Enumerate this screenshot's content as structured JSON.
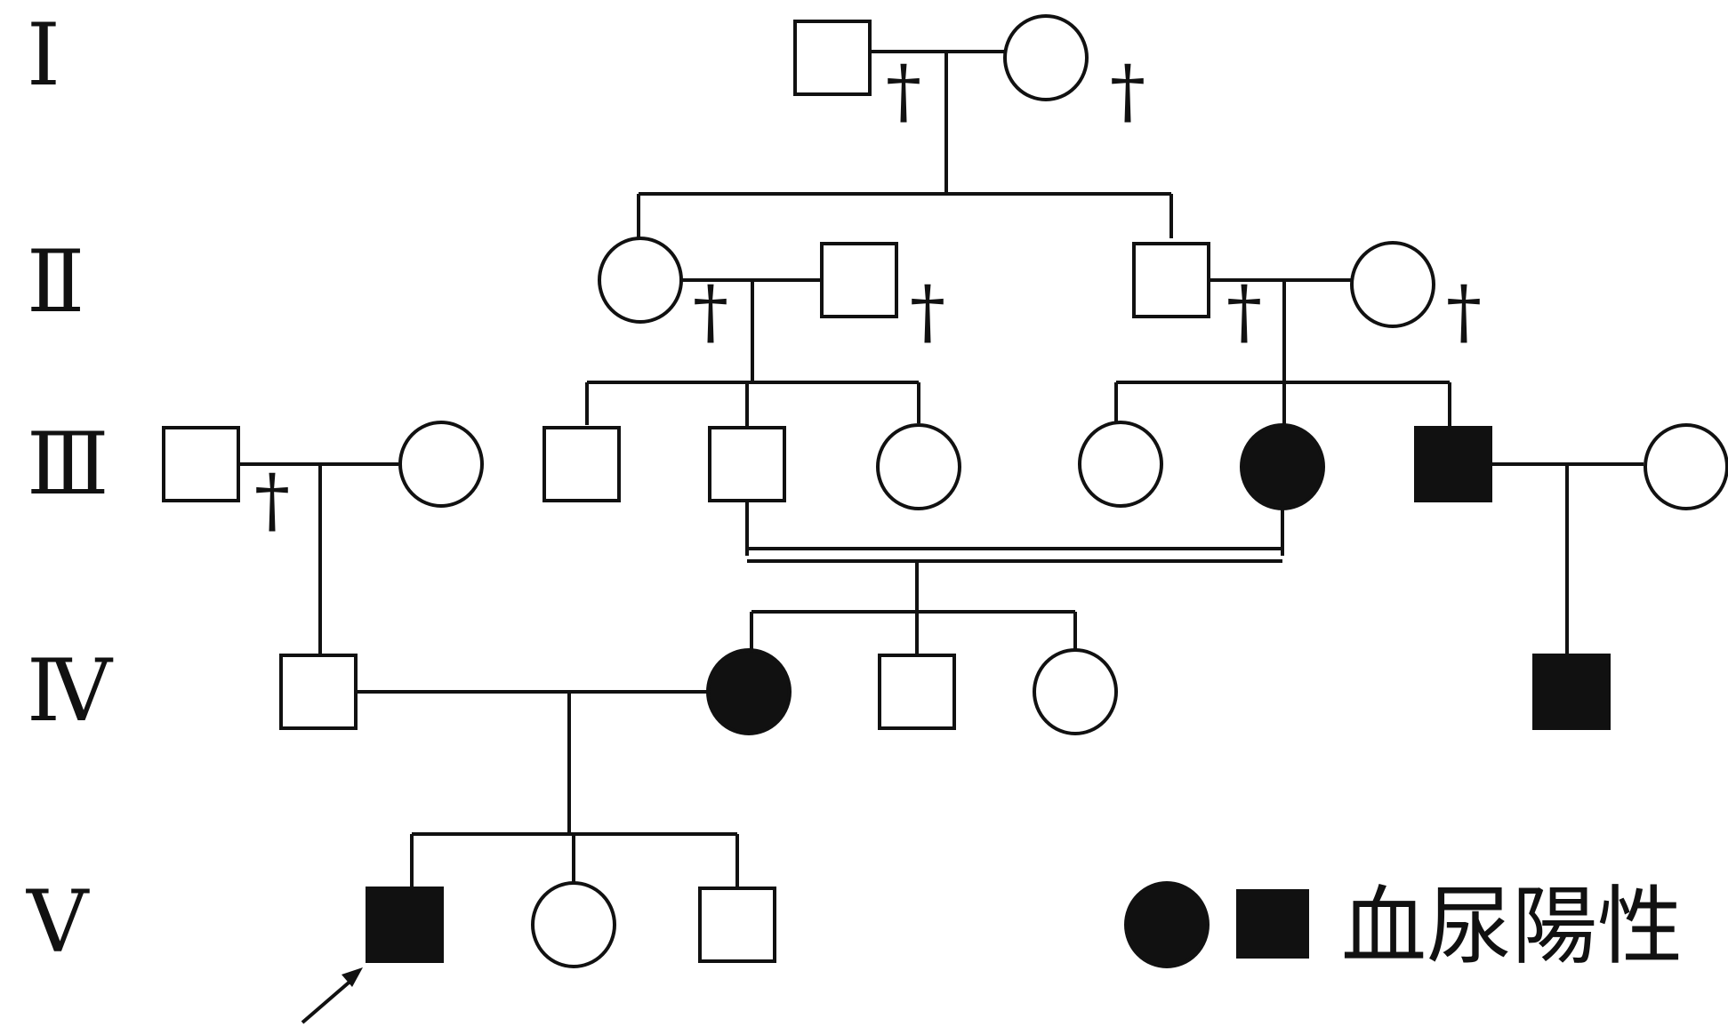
{
  "generations": [
    "Ⅰ",
    "Ⅱ",
    "Ⅲ",
    "Ⅳ",
    "Ⅴ"
  ],
  "deceased_mark": "†",
  "legend": {
    "label": "血尿陽性",
    "affected_color": "#111111",
    "unaffected_color": "#ffffff"
  },
  "individuals": [
    {
      "id": "I-1",
      "sex": "male",
      "affected": false,
      "deceased": true
    },
    {
      "id": "I-2",
      "sex": "female",
      "affected": false,
      "deceased": true
    },
    {
      "id": "II-1",
      "sex": "female",
      "affected": false,
      "deceased": true
    },
    {
      "id": "II-2",
      "sex": "male",
      "affected": false,
      "deceased": true
    },
    {
      "id": "II-3",
      "sex": "male",
      "affected": false,
      "deceased": true
    },
    {
      "id": "II-4",
      "sex": "female",
      "affected": false,
      "deceased": true
    },
    {
      "id": "III-1",
      "sex": "male",
      "affected": false,
      "deceased": true
    },
    {
      "id": "III-2",
      "sex": "female",
      "affected": false,
      "deceased": false
    },
    {
      "id": "III-3",
      "sex": "male",
      "affected": false,
      "deceased": false
    },
    {
      "id": "III-4",
      "sex": "male",
      "affected": false,
      "deceased": false
    },
    {
      "id": "III-5",
      "sex": "female",
      "affected": false,
      "deceased": false
    },
    {
      "id": "III-6",
      "sex": "female",
      "affected": false,
      "deceased": false
    },
    {
      "id": "III-7",
      "sex": "female",
      "affected": true,
      "deceased": false
    },
    {
      "id": "III-8",
      "sex": "male",
      "affected": true,
      "deceased": false
    },
    {
      "id": "III-9",
      "sex": "female",
      "affected": false,
      "deceased": false
    },
    {
      "id": "IV-1",
      "sex": "male",
      "affected": false,
      "deceased": false
    },
    {
      "id": "IV-2",
      "sex": "female",
      "affected": true,
      "deceased": false
    },
    {
      "id": "IV-3",
      "sex": "male",
      "affected": false,
      "deceased": false
    },
    {
      "id": "IV-4",
      "sex": "female",
      "affected": false,
      "deceased": false
    },
    {
      "id": "IV-5",
      "sex": "male",
      "affected": true,
      "deceased": false
    },
    {
      "id": "V-1",
      "sex": "male",
      "affected": true,
      "deceased": false,
      "proband": true
    },
    {
      "id": "V-2",
      "sex": "female",
      "affected": false,
      "deceased": false
    },
    {
      "id": "V-3",
      "sex": "male",
      "affected": false,
      "deceased": false
    }
  ],
  "couples": [
    {
      "a": "I-1",
      "b": "I-2",
      "children": [
        "II-1",
        "II-3"
      ]
    },
    {
      "a": "II-1",
      "b": "II-2",
      "children": [
        "III-3",
        "III-4",
        "III-5"
      ]
    },
    {
      "a": "II-3",
      "b": "II-4",
      "children": [
        "III-6",
        "III-7",
        "III-8"
      ]
    },
    {
      "a": "III-1",
      "b": "III-2",
      "children": [
        "IV-1"
      ]
    },
    {
      "a": "III-4",
      "b": "III-7",
      "consanguineous": true,
      "children": [
        "IV-2",
        "IV-3",
        "IV-4"
      ]
    },
    {
      "a": "III-8",
      "b": "III-9",
      "children": [
        "IV-5"
      ]
    },
    {
      "a": "IV-1",
      "b": "IV-2",
      "children": [
        "V-1",
        "V-2",
        "V-3"
      ]
    }
  ]
}
